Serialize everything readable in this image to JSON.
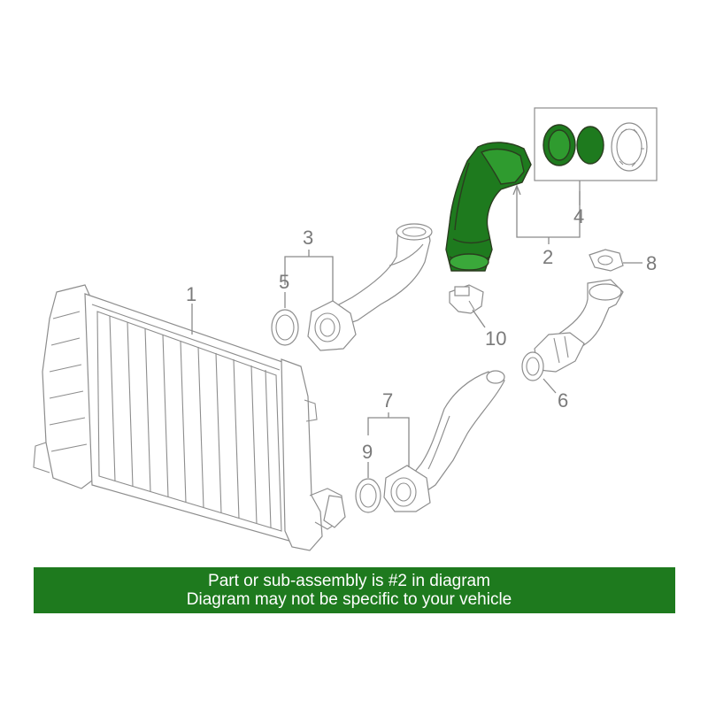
{
  "callouts": {
    "c1": "1",
    "c2": "2",
    "c3": "3",
    "c4": "4",
    "c5": "5",
    "c6": "6",
    "c7": "7",
    "c8": "8",
    "c9": "9",
    "c10": "10"
  },
  "highlight_color": "#1e7a1e",
  "banner": {
    "line1": "Part or sub-assembly is #2 in diagram",
    "line2": "Diagram may not be specific to your vehicle"
  }
}
